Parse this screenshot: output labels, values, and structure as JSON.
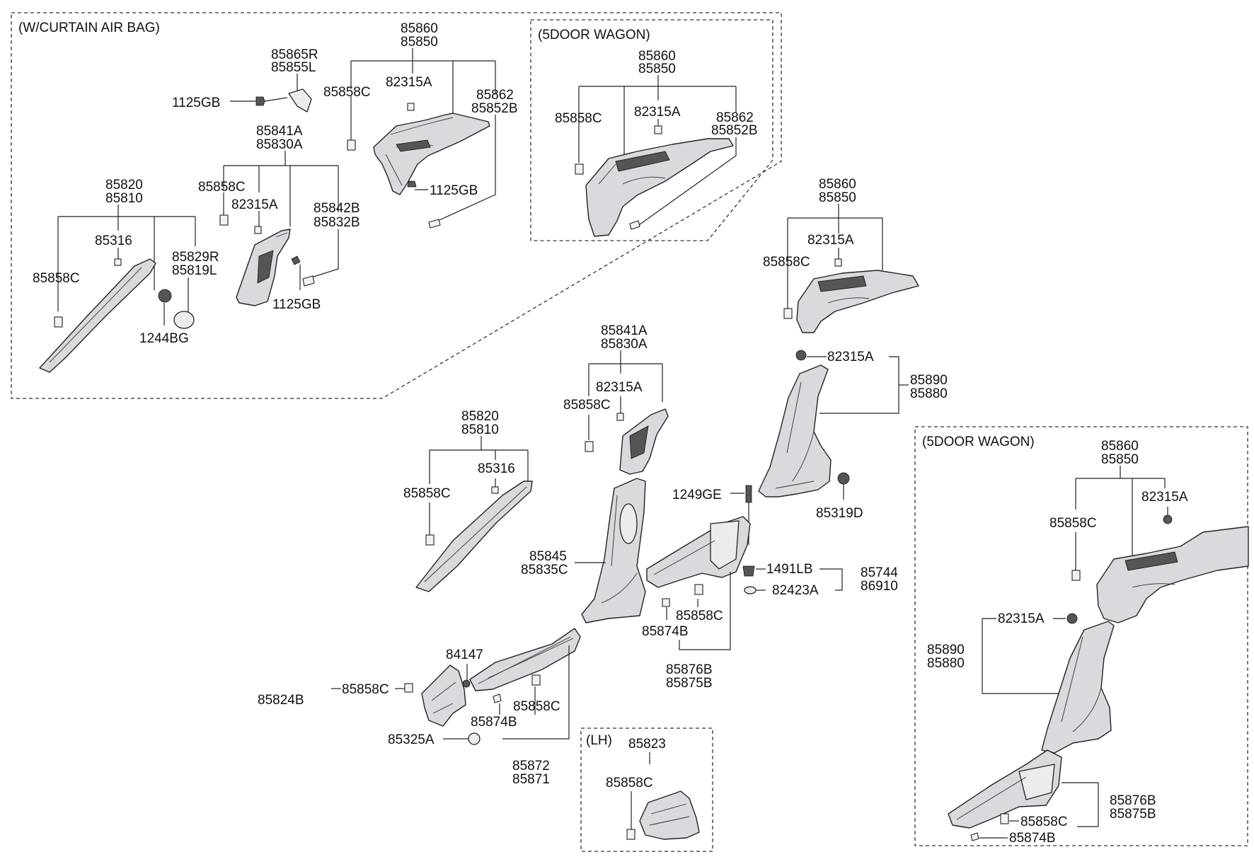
{
  "groups": {
    "curtain_airbag": "(W/CURTAIN AIR BAG)",
    "wagon_top": "(5DOOR WAGON)",
    "wagon_right": "(5DOOR WAGON)",
    "lh": "(LH)"
  },
  "labels": {
    "ca_85860": "85860",
    "ca_85850": "85850",
    "ca_85865R": "85865R",
    "ca_85855L": "85855L",
    "ca_1125GB_a": "1125GB",
    "ca_82315A_a": "82315A",
    "ca_85858C_a": "85858C",
    "ca_85862": "85862",
    "ca_85852B": "85852B",
    "ca_85841A": "85841A",
    "ca_85830A": "85830A",
    "ca_1125GB_b": "1125GB",
    "ca_85820": "85820",
    "ca_85810": "85810",
    "ca_85858C_b": "85858C",
    "ca_82315A_b": "82315A",
    "ca_85842B": "85842B",
    "ca_85832B": "85832B",
    "ca_85316": "85316",
    "ca_85829R": "85829R",
    "ca_85819L": "85819L",
    "ca_85858C_c": "85858C",
    "ca_1125GB_c": "1125GB",
    "ca_1244BG": "1244BG",
    "wt_85860": "85860",
    "wt_85850": "85850",
    "wt_82315A": "82315A",
    "wt_85858C": "85858C",
    "wt_85862": "85862",
    "wt_85852B": "85852B",
    "m_85860": "85860",
    "m_85850": "85850",
    "m_82315A_a": "82315A",
    "m_85858C_a": "85858C",
    "m_82315A_b": "82315A",
    "m_85890": "85890",
    "m_85880": "85880",
    "m_85841A": "85841A",
    "m_85830A": "85830A",
    "m_82315A_c": "82315A",
    "m_85858C_b": "85858C",
    "m_85820": "85820",
    "m_85810": "85810",
    "m_85316": "85316",
    "m_85858C_c": "85858C",
    "m_1249GE": "1249GE",
    "m_85319D": "85319D",
    "m_85845": "85845",
    "m_85835C": "85835C",
    "m_1491LB": "1491LB",
    "m_85744": "85744",
    "m_86910": "86910",
    "m_82423A": "82423A",
    "m_85858C_d": "85858C",
    "m_85874B_a": "85874B",
    "m_85876B": "85876B",
    "m_85875B": "85875B",
    "m_84147": "84147",
    "m_85858C_e": "85858C",
    "m_85824B": "85824B",
    "m_85874B_b": "85874B",
    "m_85858C_f": "85858C",
    "m_85325A": "85325A",
    "m_85872": "85872",
    "m_85871": "85871",
    "lh_85823": "85823",
    "lh_85858C": "85858C",
    "wr_85860": "85860",
    "wr_85850": "85850",
    "wr_85858C_a": "85858C",
    "wr_82315A_a": "82315A",
    "wr_82315A_b": "82315A",
    "wr_85890": "85890",
    "wr_85880": "85880",
    "wr_85876B": "85876B",
    "wr_85875B": "85875B",
    "wr_85858C_b": "85858C",
    "wr_85874B": "85874B"
  }
}
